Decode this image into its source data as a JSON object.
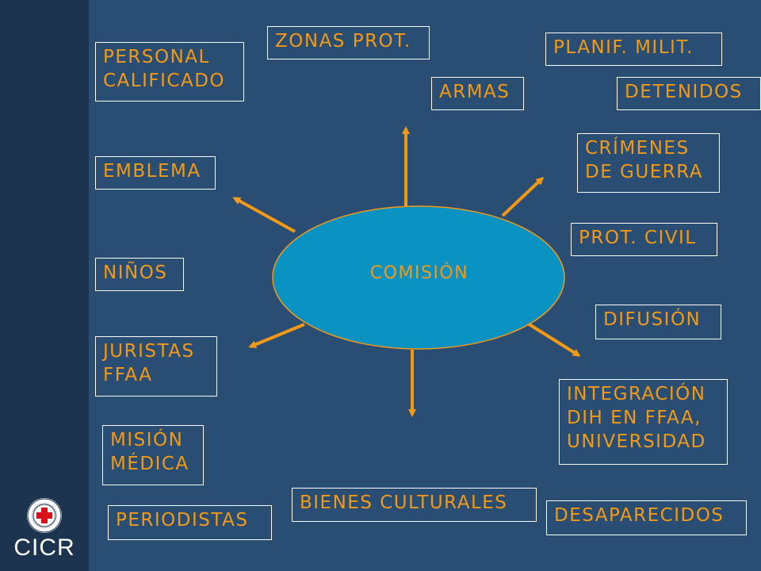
{
  "colors": {
    "background": "#2a4d74",
    "sidebar": "#1d3450",
    "text": "#f29a16",
    "box_border": "#ffffff",
    "ellipse_fill": "#0a93c2",
    "ellipse_stroke": "#f29a16",
    "arrow": "#f29a16"
  },
  "center": {
    "label": "COMISIÓN"
  },
  "boxes": {
    "personal": "PERSONAL\nCALIFICADO",
    "zonas": "ZONAS PROT.",
    "planif": "PLANIF. MILIT.",
    "armas": "ARMAS",
    "detenidos": "DETENIDOS",
    "crimenes": "CRÍMENES\nDE GUERRA",
    "emblema": "EMBLEMA",
    "prot_civil": "PROT. CIVIL",
    "ninos": "NIÑOS",
    "difusion": "DIFUSIÓN",
    "juristas": "JURISTAS\nFFAA",
    "integracion": "INTEGRACIÓN\nDIH EN FFAA,\nUNIVERSIDAD",
    "mision": "MISIÓN\nMÉDICA",
    "bienes": "BIENES CULTURALES",
    "periodistas": "PERIODISTAS",
    "desaparecidos": "DESAPARECIDOS"
  },
  "logo": {
    "text": "CICR",
    "emblem_icon": "red-cross-emblem-icon",
    "ring_text": "COMITE INTERNATIONAL GENEVE"
  }
}
